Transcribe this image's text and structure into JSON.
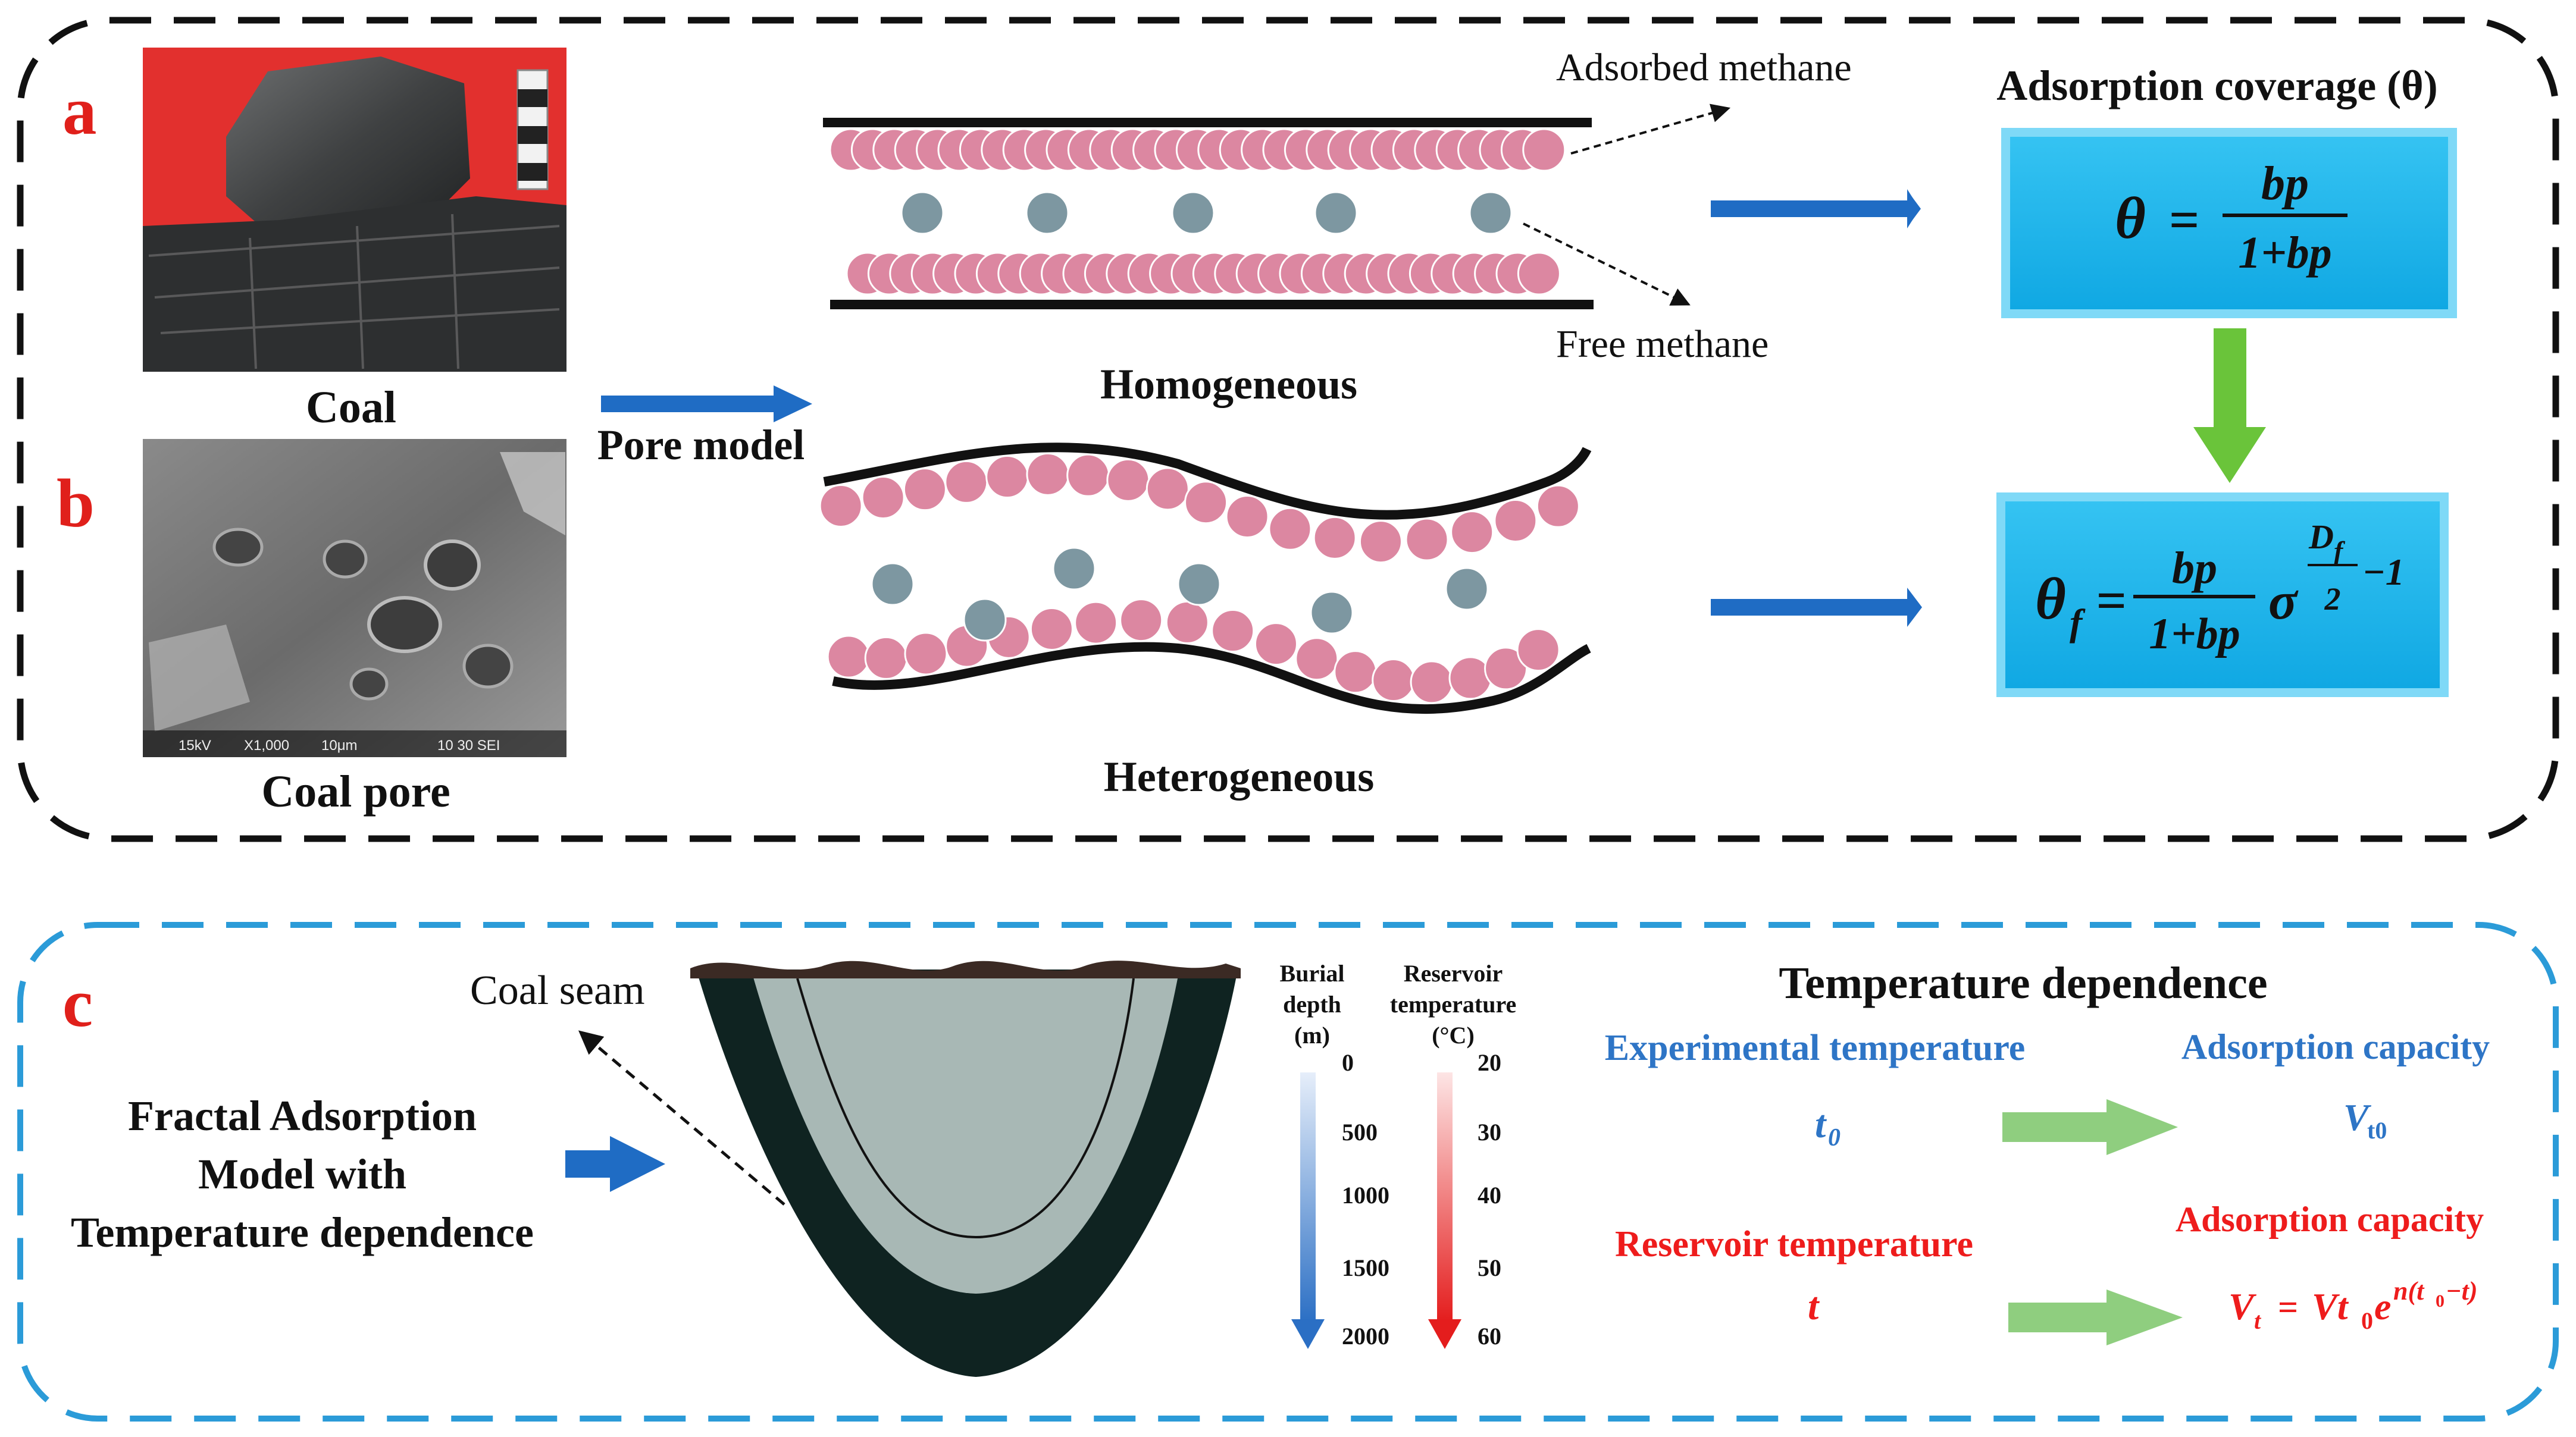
{
  "panels": {
    "a": "a",
    "b": "b",
    "c": "c"
  },
  "panel_a": {
    "coal_label": "Coal",
    "pore_model_label": "Pore model",
    "adsorbed_label": "Adsorbed  methane",
    "free_label": "Free methane",
    "homogeneous_label": "Homogeneous",
    "coverage_title": "Adsorption coverage (θ)",
    "formula_theta": {
      "lhs": "θ",
      "eq": "=",
      "num": "bp",
      "den": "1+bp"
    }
  },
  "panel_b": {
    "coal_pore_label": "Coal pore",
    "heterogeneous_label": "Heterogeneous",
    "sem_info": [
      "15kV",
      "X1,000",
      "10μm",
      "10 30 SEI"
    ],
    "formula_theta_f": {
      "lhs": "θ",
      "lhs_sub": "f",
      "eq": "=",
      "num": "bp",
      "den": "1+bp",
      "sigma": "σ",
      "exp_num": "D",
      "exp_num_sub": "f",
      "exp_den": "2",
      "exp_tail": "−1"
    }
  },
  "panel_c": {
    "model_title_lines": [
      "Fractal Adsorption",
      "Model with",
      "Temperature dependence"
    ],
    "coal_seam_label": "Coal seam",
    "burial_depth_header": [
      "Burial",
      "depth",
      "(m)"
    ],
    "burial_depth_ticks": [
      "0",
      "500",
      "1000",
      "1500",
      "2000"
    ],
    "reservoir_temp_header": [
      "Reservoir",
      "temperature",
      "(°C)"
    ],
    "reservoir_temp_ticks": [
      "20",
      "30",
      "40",
      "50",
      "60"
    ],
    "temp_dependence_title": "Temperature dependence",
    "experimental_temperature": "Experimental temperature",
    "adsorption_capacity_1": "Adsorption capacity",
    "t0_symbol": "t",
    "t0_sub": "0",
    "vt0_symbol": "V",
    "vt0_sub": "t0",
    "reservoir_temperature": "Reservoir temperature",
    "adsorption_capacity_2": "Adsorption capacity",
    "t_symbol": "t",
    "vt_formula": {
      "lhs": "V",
      "lhs_sub": "t",
      "eq": "=",
      "rhs_v": "Vt",
      "rhs_sub": "0",
      "rhs_e": "e",
      "exp": "n(t",
      "exp_sub": "0",
      "exp_tail": "−t)"
    }
  },
  "colors": {
    "red_panel_letter": "#e0201b",
    "pink_molecule": "#dc87a1",
    "grey_molecule": "#7d97a1",
    "blue_arrow": "#1f6cc4",
    "green_arrow": "#6ac43a",
    "formula_box": "#19b8ee",
    "blue_text": "#2e75c6",
    "red_text": "#ee1c1c",
    "coal_seam_dark": "#0f2321",
    "coal_seam_light": "#a8b8b5"
  }
}
